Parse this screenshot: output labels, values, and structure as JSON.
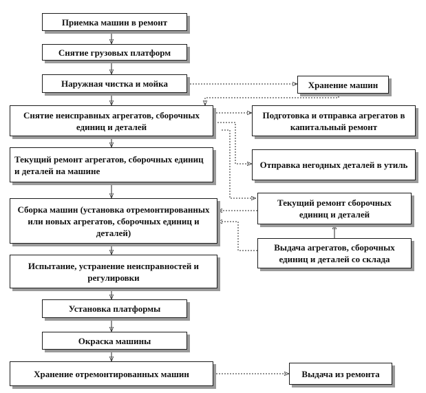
{
  "blocks": {
    "reception": "Приемка машин в ремонт",
    "platform_removal": "Снятие грузовых платформ",
    "washing": "Наружная чистка и мойка",
    "storage_in": "Хранение машин",
    "disassembly": "Снятие неисправных агрегатов, сборочных единиц и деталей",
    "overhaul_prep": "Подготовка и отправка агрегатов в капитальный ремонт",
    "current_repair_on_machine": "Текущий ремонт агрегатов, сборочных единиц и деталей на машине",
    "scrap": "Отправка негодных деталей в утиль",
    "current_repair_units": "Текущий ремонт сборочных единиц и деталей",
    "assembly": "Сборка машин (установка отремонтированных или новых агрегатов, сборочных единиц и деталей)",
    "warehouse_issue": "Выдача агрегатов, сборочных единиц и деталей со склада",
    "testing": "Испытание, устранение неисправностей и регулировки",
    "platform_install": "Установка платформы",
    "painting": "Окраска машины",
    "storage_out": "Хранение отремонтированных машин",
    "release": "Выдача из ремонта"
  }
}
